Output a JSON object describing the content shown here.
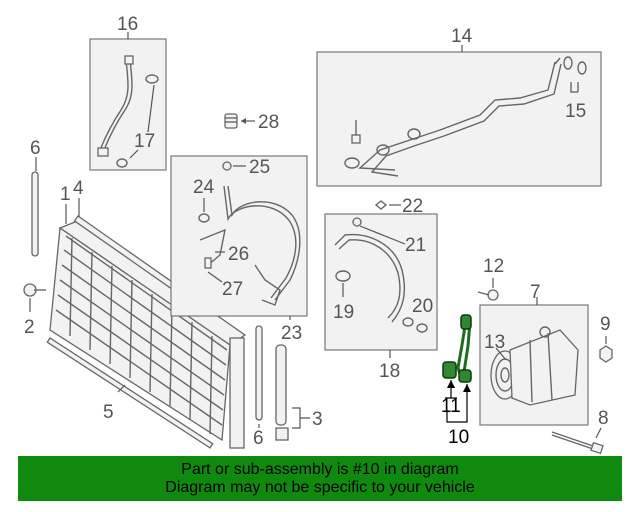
{
  "diagram": {
    "callouts": {
      "c1": "1",
      "c2": "2",
      "c3": "3",
      "c4": "4",
      "c5": "5",
      "c6a": "6",
      "c6b": "6",
      "c7": "7",
      "c8": "8",
      "c9": "9",
      "c10": "10",
      "c11": "11",
      "c12": "12",
      "c13": "13",
      "c14": "14",
      "c15": "15",
      "c16": "16",
      "c17": "17",
      "c18": "18",
      "c19": "19",
      "c20": "20",
      "c21": "21",
      "c22": "22",
      "c23": "23",
      "c24": "24",
      "c25": "25",
      "c26": "26",
      "c27": "27",
      "c28": "28"
    },
    "highlight_color": "#2f8a2f"
  },
  "banner": {
    "line1": "Part or sub-assembly is #10 in diagram",
    "line2": "Diagram may not be specific to your vehicle",
    "background": "#0f8a0f"
  }
}
